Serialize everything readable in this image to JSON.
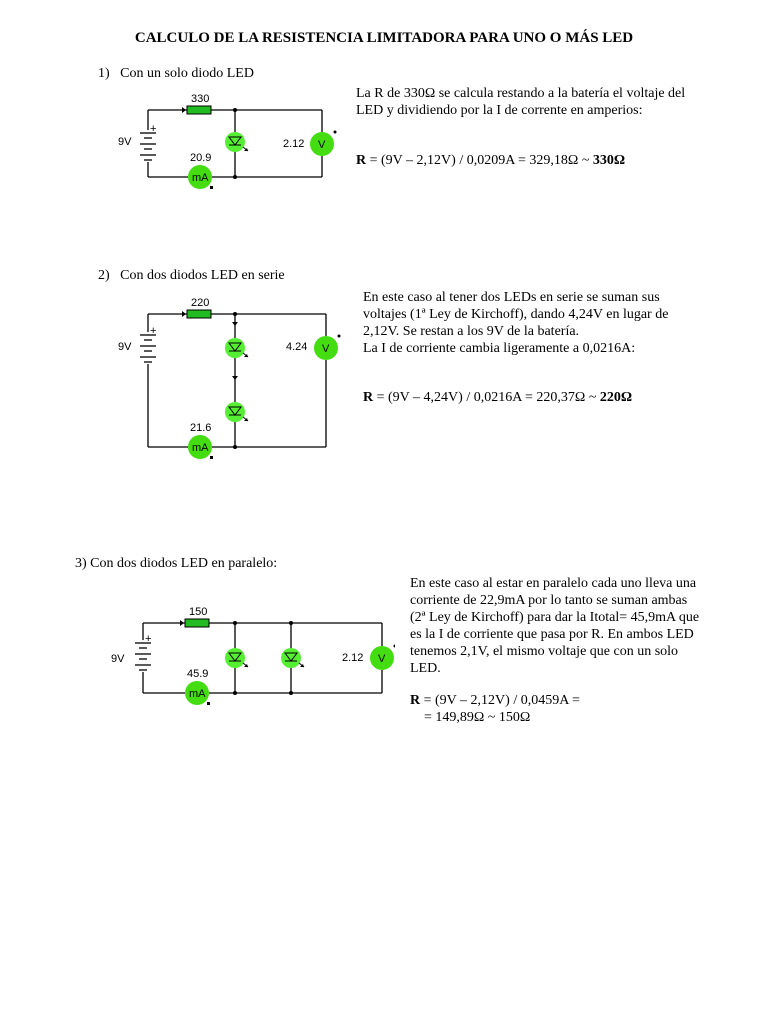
{
  "title": "CALCULO DE LA RESISTENCIA LIMITADORA PARA UNO O MÁS LED",
  "sections": [
    {
      "heading": "1)   Con un solo diodo LED",
      "circuit": {
        "battery": "9V",
        "resistor": "330",
        "ammeter_reading": "20.9",
        "ammeter_unit": "mA",
        "voltmeter_reading": "2.12",
        "voltmeter_unit": "V"
      },
      "paragraph": "La R de 330Ω se calcula restando a la batería el voltaje del LED y dividiendo por la I de corrente en amperios:",
      "equation": {
        "lhs": "R",
        "body": " = (9V – 2,12V) / 0,0209A = 329,18Ω ~ ",
        "result": "330Ω"
      }
    },
    {
      "heading": "2)   Con dos diodos LED en serie",
      "circuit": {
        "battery": "9V",
        "resistor": "220",
        "ammeter_reading": "21.6",
        "ammeter_unit": "mA",
        "voltmeter_reading": "4.24",
        "voltmeter_unit": "V"
      },
      "paragraph": "En este caso al tener dos LEDs en serie se suman sus voltajes (1ª Ley de Kirchoff), dando 4,24V en lugar de 2,12V. Se restan a los 9V de la batería.",
      "paragraph2": "La I de corriente cambia ligeramente a 0,0216A:",
      "equation": {
        "lhs": "R",
        "body": " = (9V – 4,24V) / 0,0216A = 220,37Ω ~ ",
        "result": "220Ω"
      }
    },
    {
      "heading": "3) Con dos diodos LED en paralelo:",
      "circuit": {
        "battery": "9V",
        "resistor": "150",
        "ammeter_reading": "45.9",
        "ammeter_unit": "mA",
        "voltmeter_reading": "2.12",
        "voltmeter_unit": "V"
      },
      "paragraph": "En este caso al estar en paralelo cada uno lleva una corriente de 22,9mA por lo tanto se suman ambas (2ª Ley de Kirchoff) para dar la Itotal= 45,9mA que es la I de corriente que pasa por R. En ambos LED tenemos 2,1V, el mismo voltaje que con un solo LED.",
      "equation": {
        "lhs": "R",
        "body": " = (9V – 2,12V) / 0,0459A =",
        "line2": "= 149,89Ω ~ 150Ω"
      }
    }
  ]
}
